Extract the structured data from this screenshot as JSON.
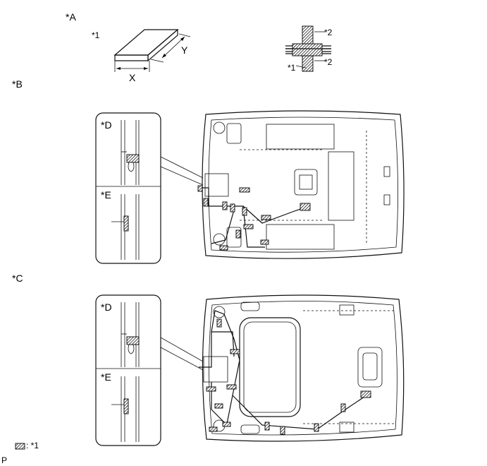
{
  "labels": {
    "a": "*A",
    "b": "*B",
    "c": "*C",
    "d_b": "*D",
    "e_b": "*E",
    "d_c": "*D",
    "e_c": "*E",
    "ref1_tape": "*1",
    "ref1_cross": "*1",
    "ref2_top": "*2",
    "ref2_bottom": "*2",
    "dim_x": "X",
    "dim_y": "Y",
    "legend": ": *1",
    "footer": "P"
  }
}
